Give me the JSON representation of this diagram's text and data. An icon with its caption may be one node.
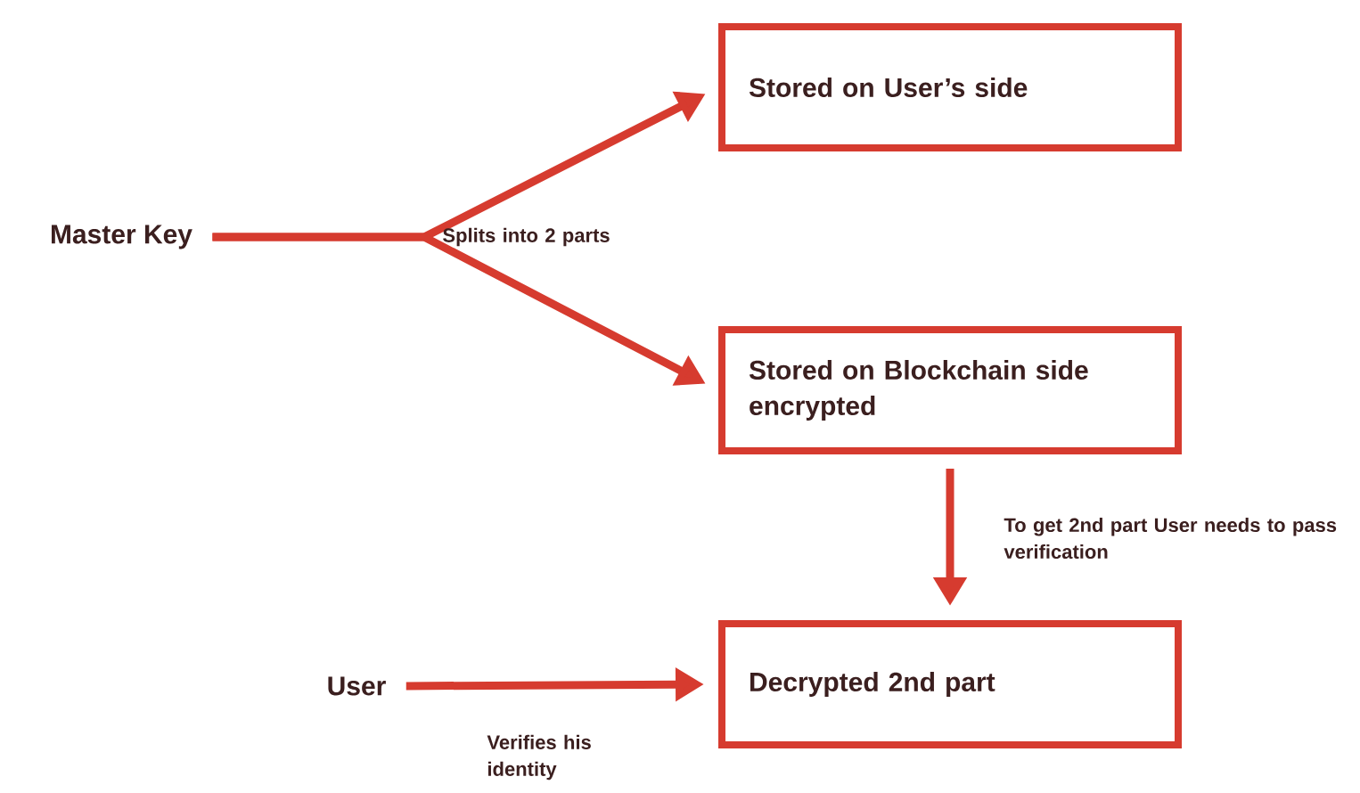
{
  "diagram": {
    "nodes": [
      {
        "text": [
          "Master Key"
        ]
      },
      {
        "text": [
          "Stored on User’s side"
        ]
      },
      {
        "text": [
          "Stored on Blockchain side encrypted"
        ]
      },
      {
        "text": [
          "Decrypted 2nd part"
        ]
      },
      {
        "text": [
          "User"
        ]
      }
    ],
    "edges": [
      {
        "from": 0,
        "to": 1,
        "arrow": "to",
        "label": "Splits into 2 parts"
      },
      {
        "from": 0,
        "to": 2,
        "arrow": "to"
      },
      {
        "from": 2,
        "to": 3,
        "arrow": "to",
        "label": "To get 2nd part User needs to pass verification"
      },
      {
        "from": 4,
        "to": 3,
        "arrow": "to",
        "label": "Verifies his identity"
      }
    ]
  }
}
